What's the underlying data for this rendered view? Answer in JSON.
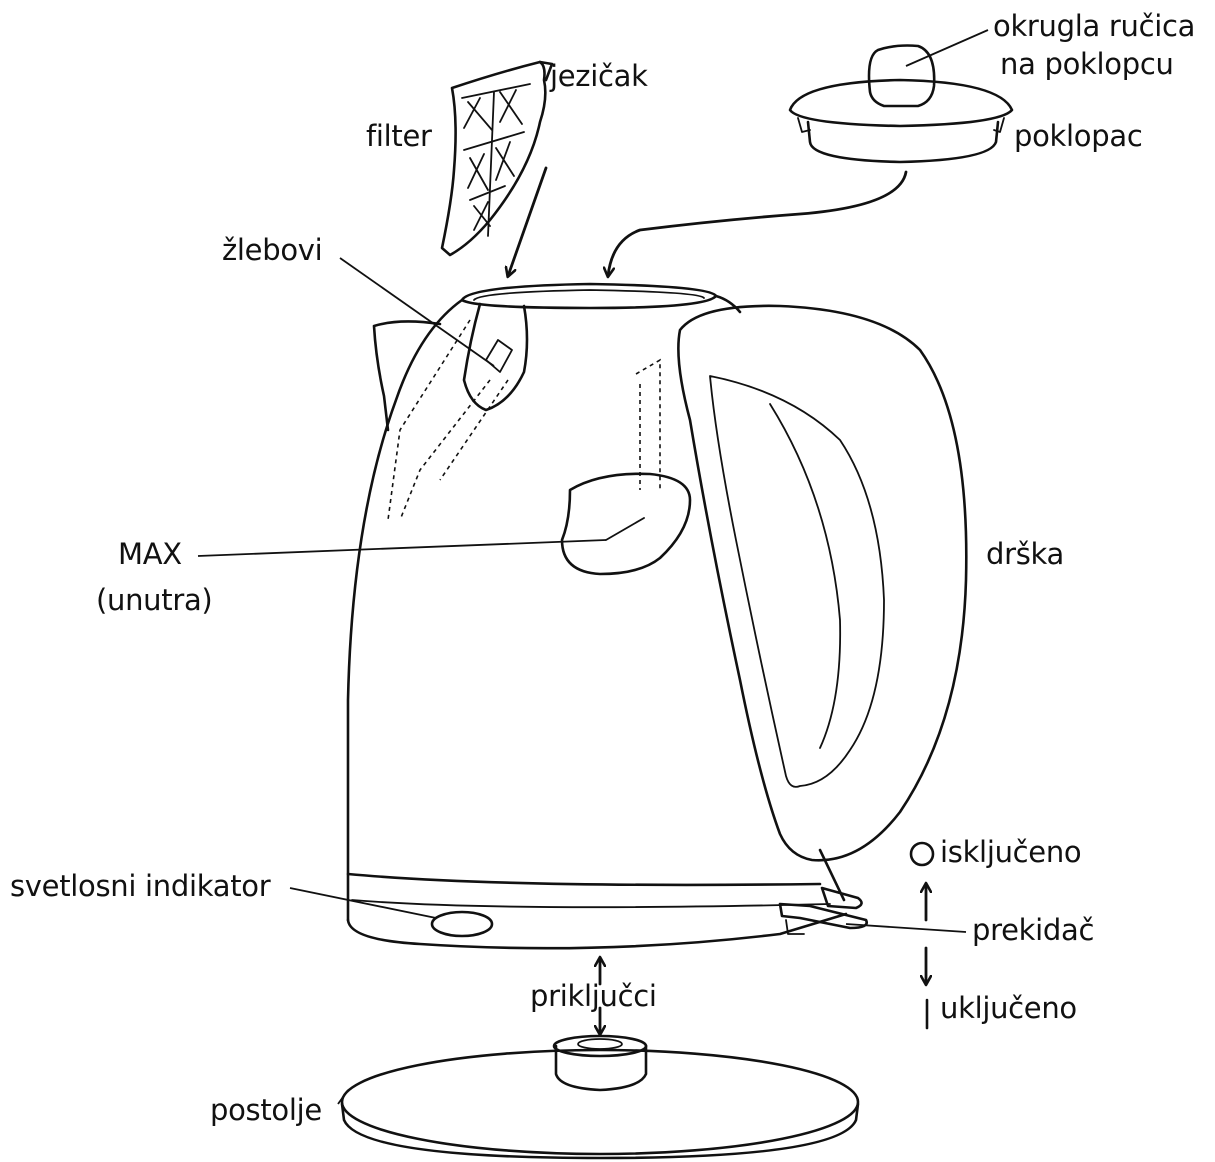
{
  "labels": {
    "okrugla_rucica": "okrugla ručica",
    "na_poklopcu": "na poklopcu",
    "jezicak": "jezičak",
    "filter": "filter",
    "poklopac": "poklopac",
    "zlebovi": "žlebovi",
    "max": "MAX",
    "unutra": "(unutra)",
    "drska": "drška",
    "iskljuceno": "isključeno",
    "svetlosni_indikator": "svetlosni indikator",
    "prekidac": "prekidač",
    "prikljucci": "priključci",
    "ukljuceno": "uključeno",
    "postolje": "postolje"
  }
}
